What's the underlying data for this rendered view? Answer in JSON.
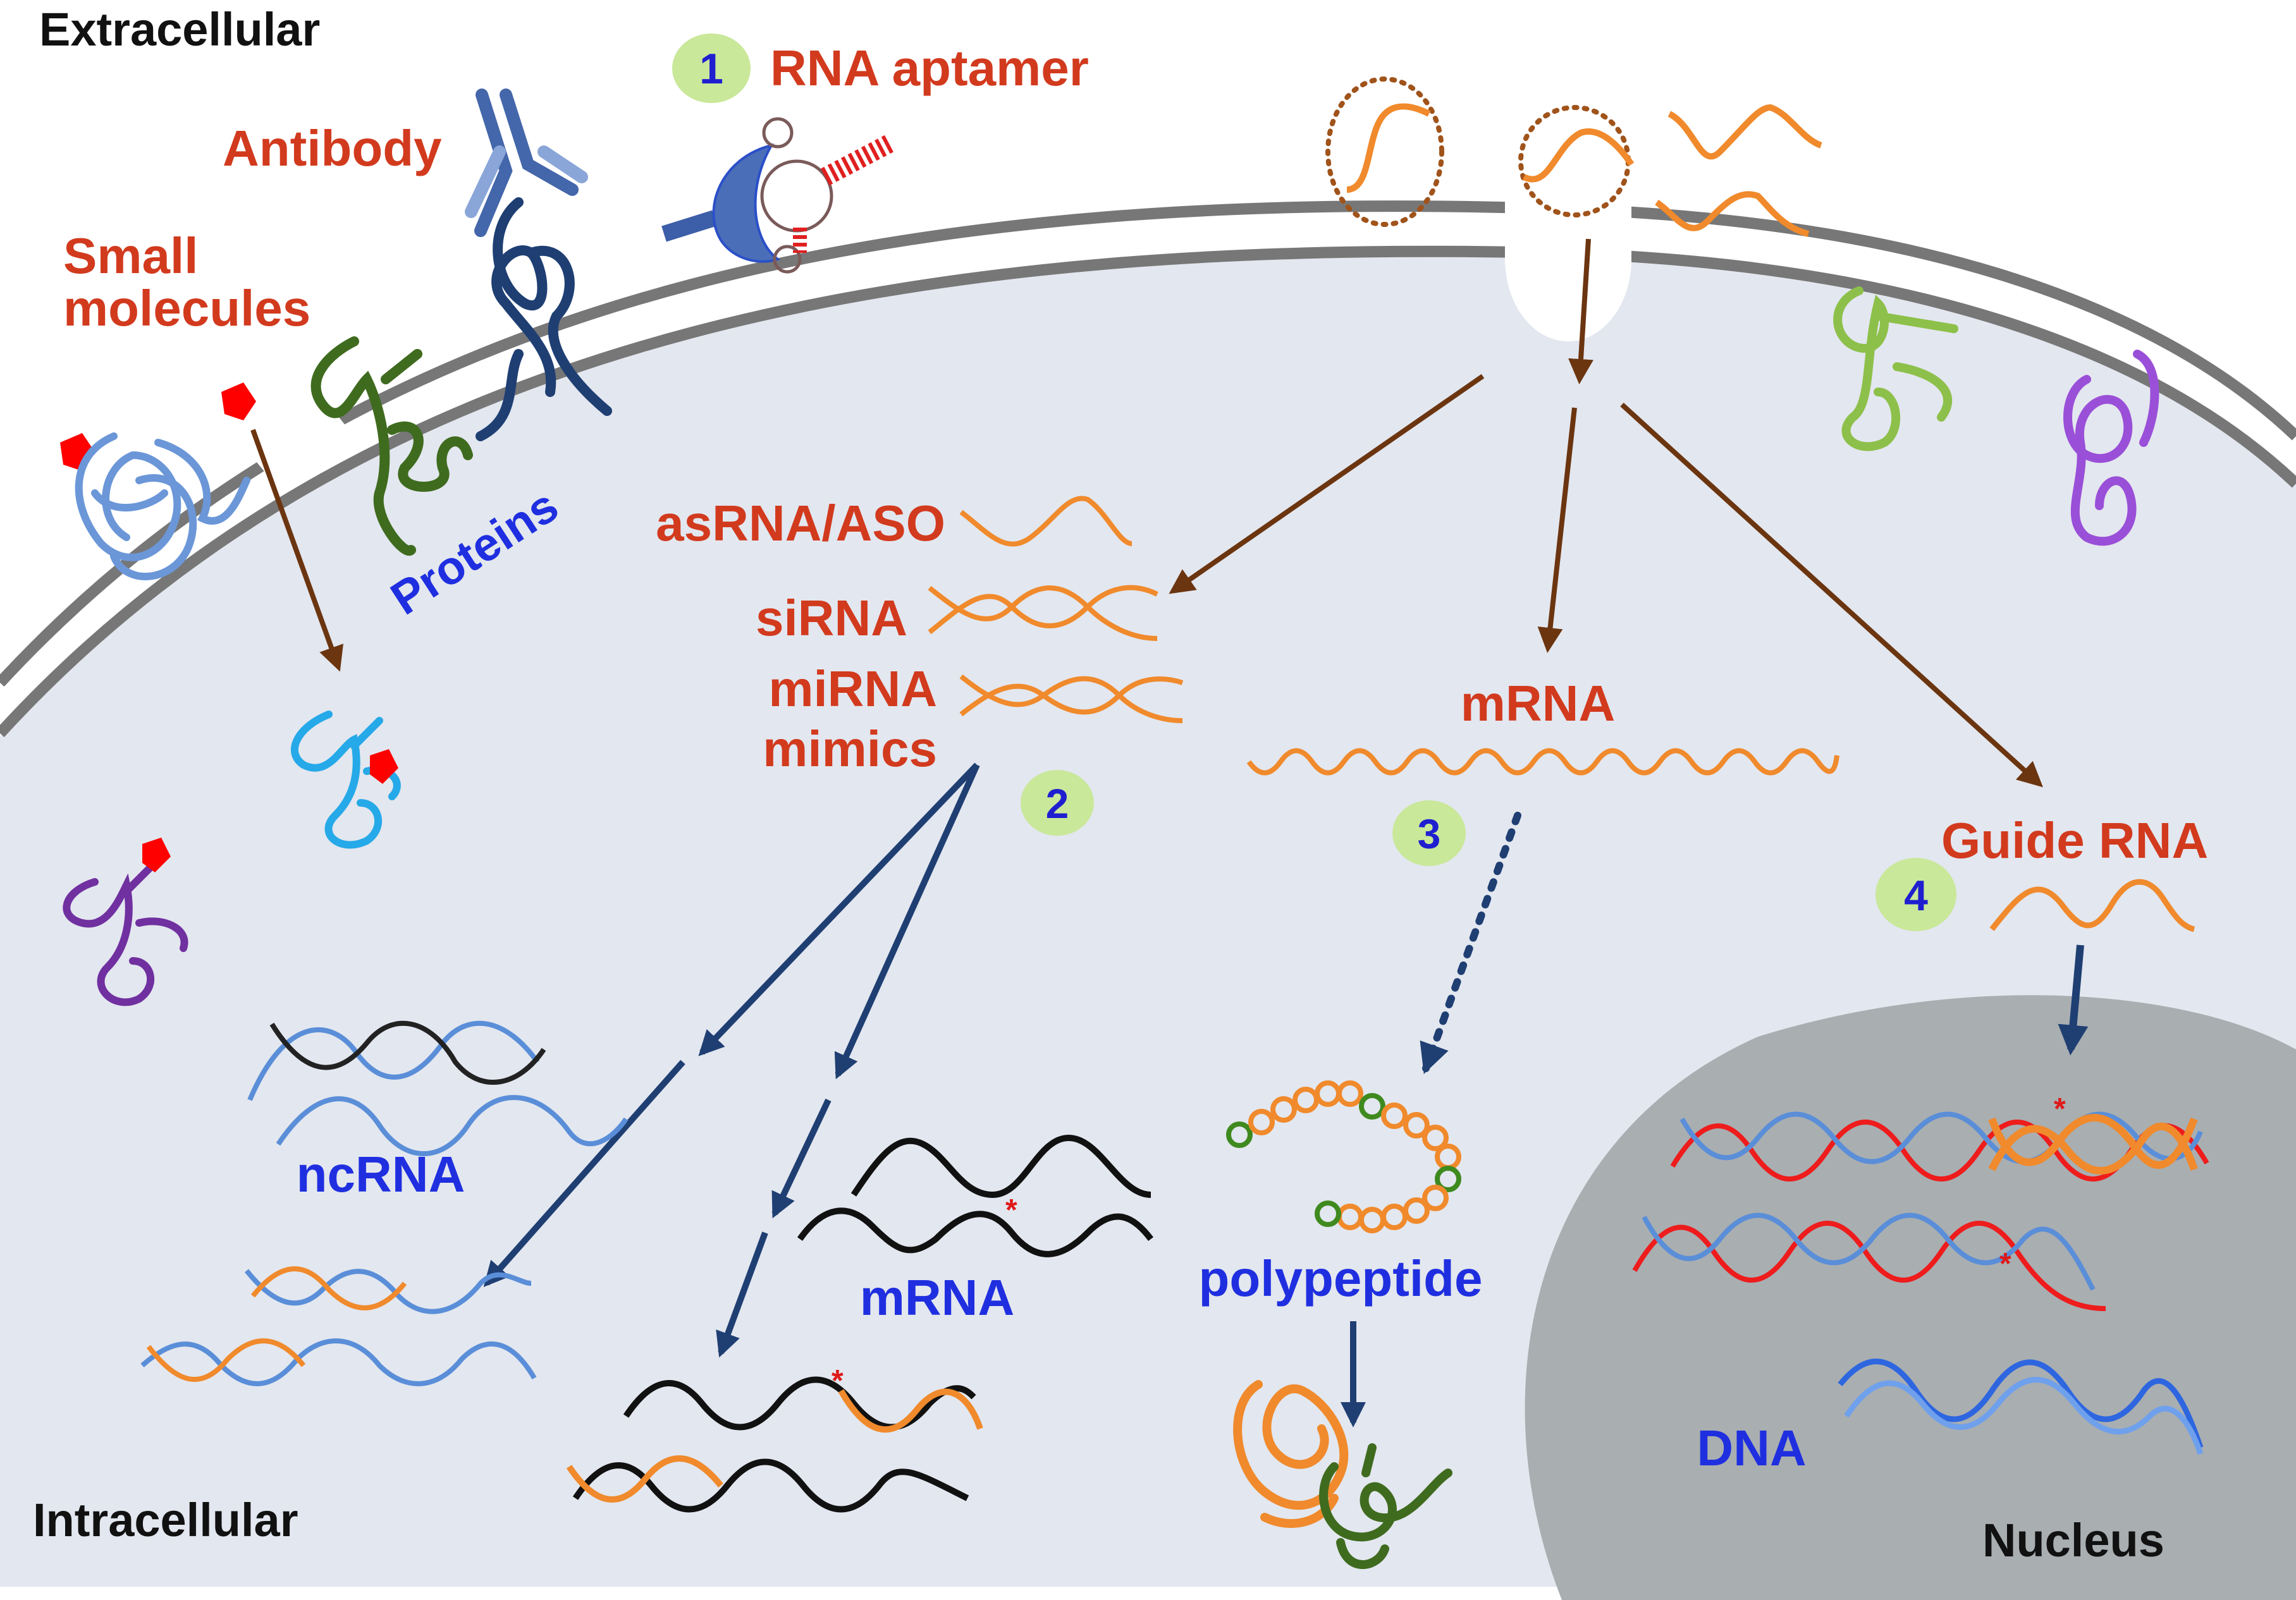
{
  "regions": {
    "extracellular": "Extracellular",
    "intracellular": "Intracellular",
    "nucleus": "Nucleus"
  },
  "colors": {
    "cytoplasm": "#e3e7ef",
    "membrane": "#777777",
    "nucleus": "#a9aeb1",
    "label_red": "#d23a1e",
    "label_blue": "#1f2fe0",
    "badge_fill": "#c9e89a",
    "badge_text": "#1f1fd0",
    "arrow_brown": "#6b3510",
    "arrow_navy": "#1f3f73",
    "rna_orange": "#f08a2c",
    "dna_red": "#ee1c1c",
    "dna_blue": "#5a8ed8",
    "small_molecule": "#ff0000"
  },
  "therapeutics": {
    "rna_aptamer": {
      "badge": "1",
      "label": "RNA aptamer"
    },
    "antibody": "Antibody",
    "small_molecules": [
      "Small",
      "molecules"
    ],
    "proteins": "Proteins",
    "oligos": {
      "badge": "2",
      "items": [
        "asRNA/ASO",
        "siRNA",
        "miRNA",
        "mimics"
      ]
    },
    "mrna": {
      "badge": "3",
      "label": "mRNA"
    },
    "guide_rna": {
      "badge": "4",
      "label": "Guide RNA"
    }
  },
  "targets": {
    "ncrna": "ncRNA",
    "mrna": "mRNA",
    "polypeptide": "polypeptide",
    "dna": "DNA"
  }
}
